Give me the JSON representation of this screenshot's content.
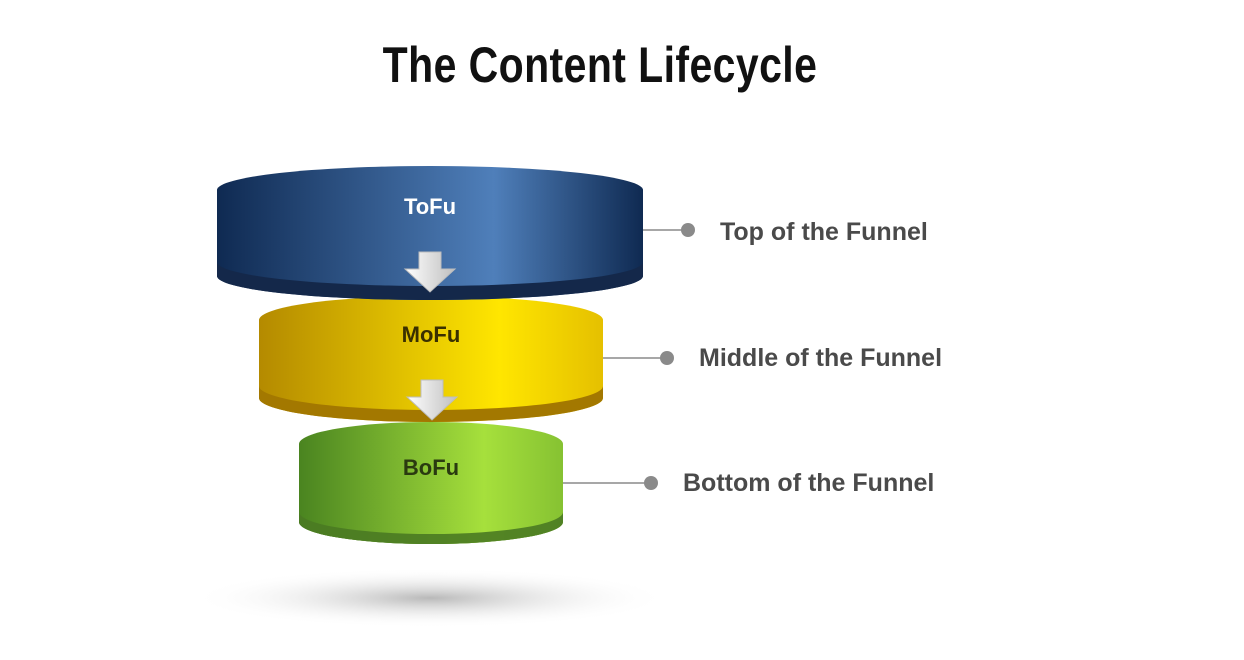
{
  "title": "The Content Lifecycle",
  "stages": [
    {
      "abbr": "ToFu",
      "description": "Top of the Funnel",
      "colors": {
        "dark": "#0f2a52",
        "mid": "#2a5592",
        "light": "#4f7fba",
        "bottom": "#14284a",
        "label": "#ffffff"
      }
    },
    {
      "abbr": "MoFu",
      "description": "Middle of the Funnel",
      "colors": {
        "dark": "#b48a00",
        "mid": "#e5c000",
        "light": "#ffe600",
        "bottom": "#a37800",
        "label": "#3a3000"
      }
    },
    {
      "abbr": "BoFu",
      "description": "Bottom of the Funnel",
      "colors": {
        "dark": "#4a8420",
        "mid": "#86c232",
        "light": "#a6e03c",
        "bottom": "#4a7a22",
        "label": "#2a3a10"
      }
    }
  ],
  "connector_color": "#8a8a8a",
  "arrow_color": "#d9d9d9"
}
